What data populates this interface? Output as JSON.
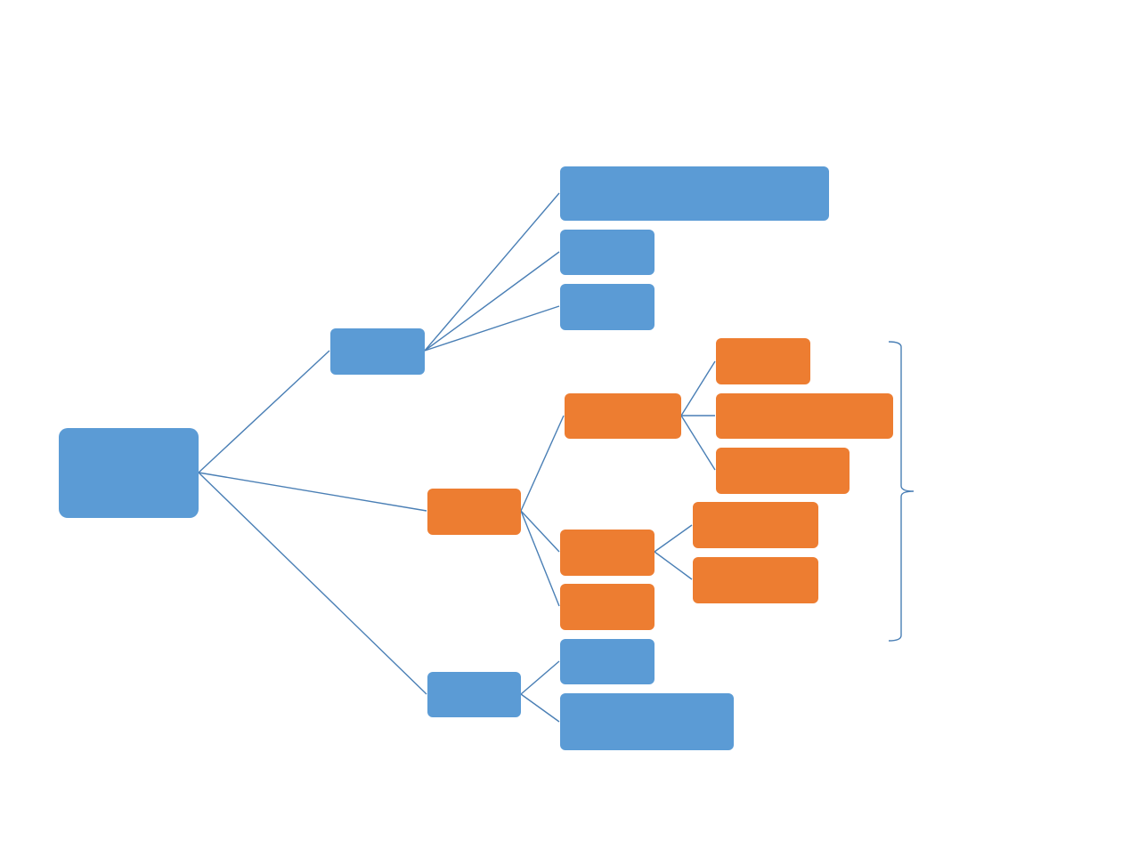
{
  "diagram": {
    "type": "tree",
    "colors": {
      "primary": "#5b9bd5",
      "highlight": "#ed7d31",
      "connector": "#4a7fb5"
    },
    "nodes": {
      "root": {
        "label": "",
        "color": "primary"
      },
      "branch_top": {
        "label": "",
        "color": "primary"
      },
      "top_leaf_1": {
        "label": "",
        "color": "primary"
      },
      "top_leaf_2": {
        "label": "",
        "color": "primary"
      },
      "top_leaf_3": {
        "label": "",
        "color": "primary"
      },
      "branch_mid": {
        "label": "",
        "color": "highlight"
      },
      "mid_child_1": {
        "label": "",
        "color": "highlight"
      },
      "mid_child_1_leaf_1": {
        "label": "",
        "color": "highlight"
      },
      "mid_child_1_leaf_2": {
        "label": "",
        "color": "highlight"
      },
      "mid_child_1_leaf_3": {
        "label": "",
        "color": "highlight"
      },
      "mid_child_2": {
        "label": "",
        "color": "highlight"
      },
      "mid_child_2_leaf_1": {
        "label": "",
        "color": "highlight"
      },
      "mid_child_2_leaf_2": {
        "label": "",
        "color": "highlight"
      },
      "mid_child_3": {
        "label": "",
        "color": "highlight"
      },
      "branch_bottom": {
        "label": "",
        "color": "primary"
      },
      "bottom_leaf_1": {
        "label": "",
        "color": "primary"
      },
      "bottom_leaf_2": {
        "label": "",
        "color": "primary"
      }
    },
    "brace_label": ""
  }
}
